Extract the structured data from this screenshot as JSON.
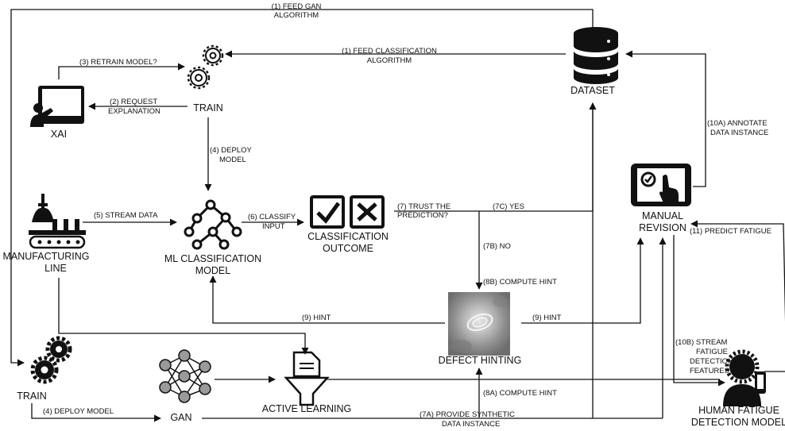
{
  "nodes": {
    "dataset": "DATASET",
    "train_top": "TRAIN",
    "xai": "XAI",
    "manufacturing_line": [
      "MANUFACTURING",
      "LINE"
    ],
    "ml_model": [
      "ML CLASSIFICATION",
      "MODEL"
    ],
    "classification_outcome": [
      "CLASSIFICATION",
      "OUTCOME"
    ],
    "manual_revision": [
      "MANUAL",
      "REVISION"
    ],
    "defect_hinting": "DEFECT HINTING",
    "train_bottom": "TRAIN",
    "gan": "GAN",
    "active_learning": "ACTIVE LEARNING",
    "fatigue_model": [
      "HUMAN FATIGUE",
      "DETECTION MODEL"
    ]
  },
  "edges": {
    "feed_gan": [
      "(1) FEED GAN",
      "ALGORITHM"
    ],
    "feed_class": [
      "(1)  FEED CLASSIFICATION",
      "ALGORITHM"
    ],
    "retrain": "(3) RETRAIN MODEL?",
    "request_expl": [
      "(2) REQUEST",
      "EXPLANATION"
    ],
    "deploy_model": [
      "(4) DEPLOY",
      "MODEL"
    ],
    "stream_data": "(5) STREAM DATA",
    "classify_input": [
      "(6) CLASSIFY",
      "INPUT"
    ],
    "trust": [
      "(7) TRUST THE",
      "PREDICTION?"
    ],
    "yes": "(7C) YES",
    "no": "(7B) NO",
    "compute_hint_b": "(8B) COMPUTE HINT",
    "hint_left": "(9) HINT",
    "hint_right": "(9) HINT",
    "annotate": [
      "(10A) ANNOTATE",
      "DATA INSTANCE"
    ],
    "predict_fatigue": "(11) PREDICT FATIGUE",
    "stream_fatigue": [
      "(10B) STREAM",
      "FATIGUE",
      "DETECTION",
      "FEATURES"
    ],
    "compute_hint_a": "(8A) COMPUTE HINT",
    "deploy_model_bottom": "(4) DEPLOY MODEL",
    "provide_synthetic": [
      "(7A) PROVIDE SYNTHETIC",
      "DATA INSTANCE"
    ]
  }
}
